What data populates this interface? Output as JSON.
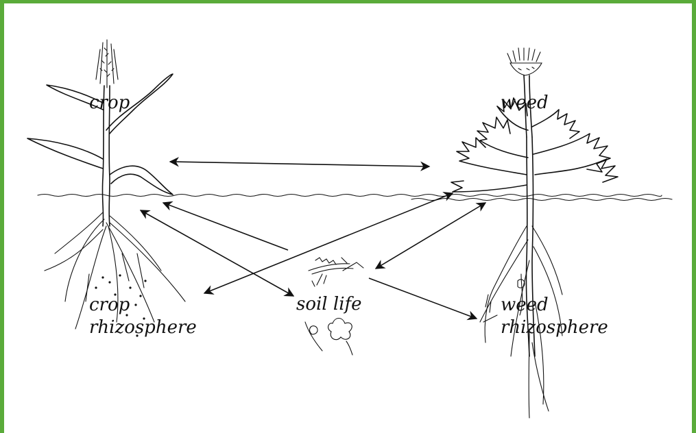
{
  "colors": {
    "frame": "#5aab3a",
    "ink": "#111111",
    "background": "#ffffff"
  },
  "labels": {
    "crop": "crop",
    "weed": "weed",
    "crop_rhizosphere_line1": "crop",
    "crop_rhizosphere_line2": "rhizosphere",
    "soil_life": "soil life",
    "weed_rhizosphere_line1": "weed",
    "weed_rhizosphere_line2": "rhizosphere"
  },
  "icons": [
    "crop-plant-drawing",
    "weed-plant-drawing",
    "soil-organisms-drawing",
    "soil-surface-line"
  ]
}
